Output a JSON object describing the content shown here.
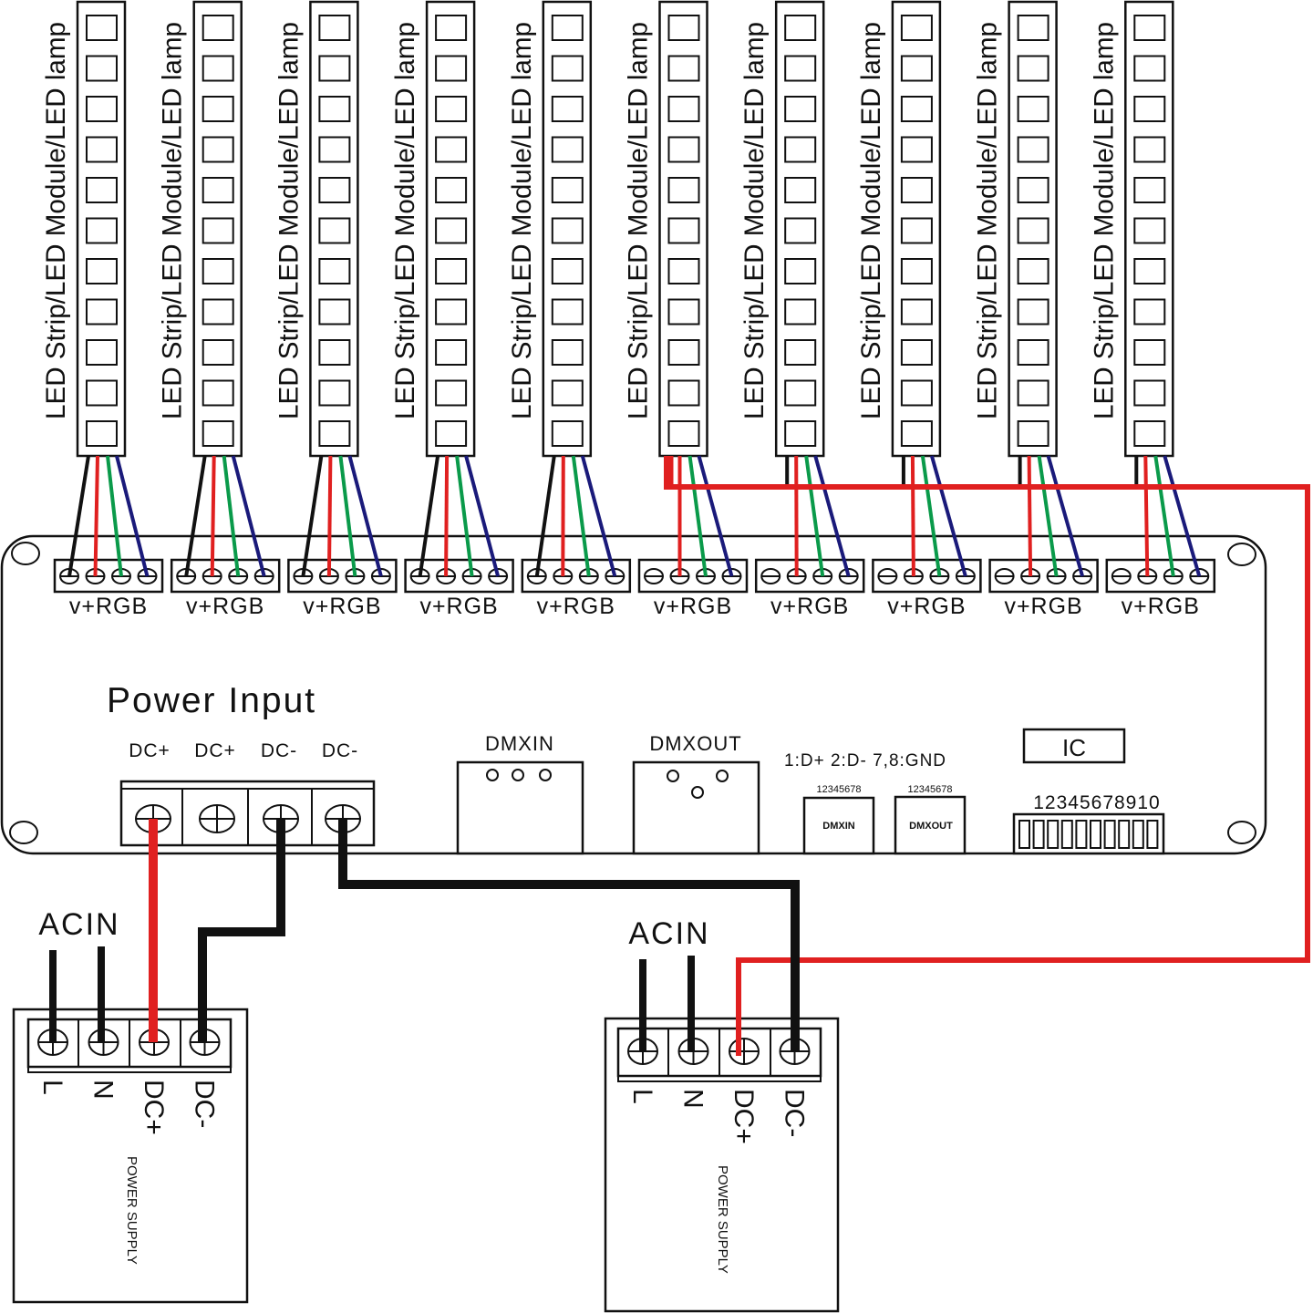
{
  "diagram": {
    "title": "10-channel DMX LED controller wiring diagram",
    "colors": {
      "wire_black": "#111111",
      "wire_red": "#e02020",
      "wire_green": "#0a9a4a",
      "wire_blue": "#1a1a7a",
      "outline": "#111111",
      "background": "#ffffff"
    },
    "led_strips": {
      "count": 10,
      "label": "LED Strip/LED Module/LED lamp",
      "leds_per_strip": 11
    },
    "channels": [
      {
        "id": 1,
        "label": "v+RGB",
        "v_plus_source": "channel"
      },
      {
        "id": 2,
        "label": "v+RGB",
        "v_plus_source": "channel"
      },
      {
        "id": 3,
        "label": "v+RGB",
        "v_plus_source": "channel"
      },
      {
        "id": 4,
        "label": "v+RGB",
        "v_plus_source": "channel"
      },
      {
        "id": 5,
        "label": "v+RGB",
        "v_plus_source": "channel"
      },
      {
        "id": 6,
        "label": "v+RGB",
        "v_plus_source": "power_supply_2"
      },
      {
        "id": 7,
        "label": "v+RGB",
        "v_plus_source": "power_supply_2"
      },
      {
        "id": 8,
        "label": "v+RGB",
        "v_plus_source": "power_supply_2"
      },
      {
        "id": 9,
        "label": "v+RGB",
        "v_plus_source": "power_supply_2"
      },
      {
        "id": 10,
        "label": "v+RGB",
        "v_plus_source": "power_supply_2"
      }
    ],
    "power_input": {
      "title": "Power Input",
      "terminals": [
        "DC+",
        "DC+",
        "DC-",
        "DC-"
      ]
    },
    "dmx": {
      "in_label": "DMXIN",
      "out_label": "DMXOUT",
      "pinout": "1:D+ 2:D- 7,8:GND",
      "rj45_in": {
        "pins": "12345678",
        "label": "DMXIN"
      },
      "rj45_out": {
        "pins": "12345678",
        "label": "DMXOUT"
      }
    },
    "ic_label": "IC",
    "dip_switch": {
      "numbers": "12345678910",
      "count": 10
    },
    "power_supplies": [
      {
        "id": 1,
        "acin_label": "ACIN",
        "terminals": [
          "L",
          "N",
          "DC+",
          "DC-"
        ],
        "body_label": "POWER SUPPLY"
      },
      {
        "id": 2,
        "acin_label": "ACIN",
        "terminals": [
          "L",
          "N",
          "DC+",
          "DC-"
        ],
        "body_label": "POWER SUPPLY"
      }
    ]
  }
}
